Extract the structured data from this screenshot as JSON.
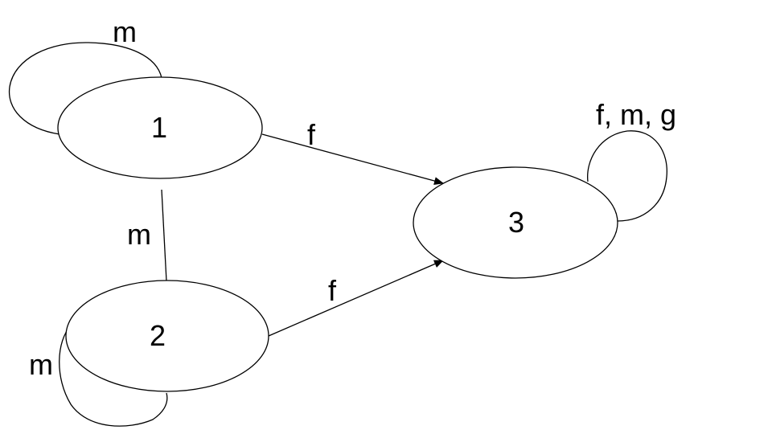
{
  "nodes": [
    {
      "id": "1",
      "label": "1"
    },
    {
      "id": "2",
      "label": "2"
    },
    {
      "id": "3",
      "label": "3"
    }
  ],
  "edges": [
    {
      "from": "1",
      "to": "1",
      "label": "m",
      "directed": false
    },
    {
      "from": "1",
      "to": "2",
      "label": "m",
      "directed": false
    },
    {
      "from": "2",
      "to": "2",
      "label": "m",
      "directed": false
    },
    {
      "from": "1",
      "to": "3",
      "label": "f",
      "directed": true
    },
    {
      "from": "2",
      "to": "3",
      "label": "f",
      "directed": true
    },
    {
      "from": "3",
      "to": "3",
      "label": "f, m, g",
      "directed": false
    }
  ],
  "colors": {
    "stroke": "#000000",
    "fill": "#ffffff",
    "text": "#000000"
  }
}
